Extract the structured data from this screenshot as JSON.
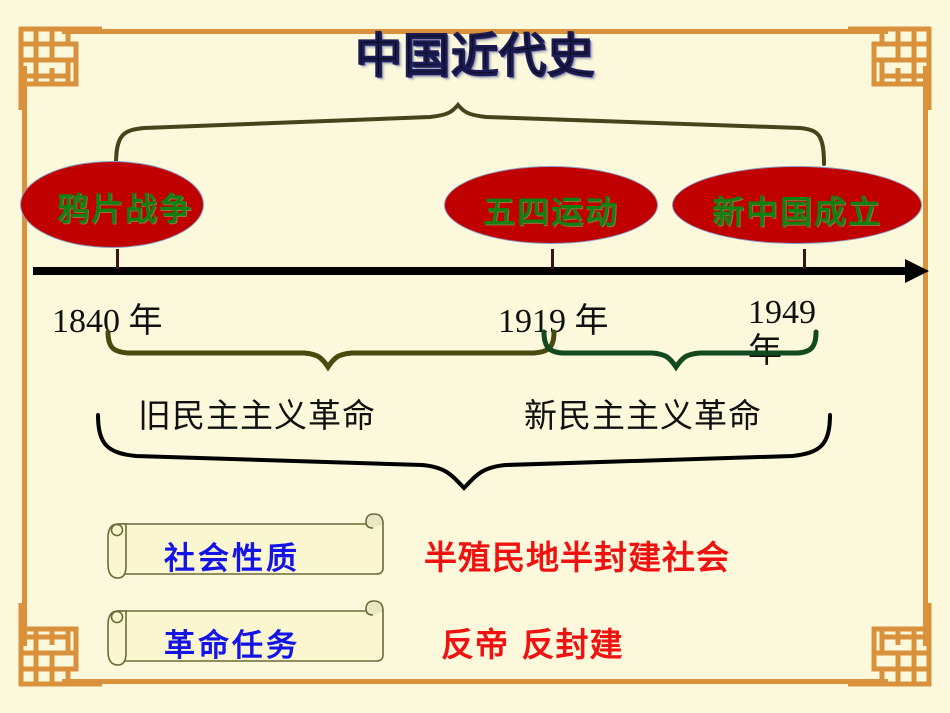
{
  "slide": {
    "title": "中国近代史",
    "background_color": "#FBF8DC",
    "frame_color": "#D9923B"
  },
  "events": [
    {
      "label": "鸦片战争",
      "year": "1840 年"
    },
    {
      "label": "五四运动",
      "year": "1919 年"
    },
    {
      "label": "新中国成立",
      "year": "1949 年"
    }
  ],
  "timeline": {
    "years": [
      {
        "text": "1840 年"
      },
      {
        "text": "1919 年"
      },
      {
        "text": "1949 年"
      }
    ]
  },
  "periods": [
    {
      "label": "旧民主主义革命"
    },
    {
      "label": "新民主主义革命"
    }
  ],
  "summary": [
    {
      "term": "社会性质",
      "answer": "半殖民地半封建社会"
    },
    {
      "term": "革命任务",
      "answer": "反帝 反封建"
    }
  ],
  "colors": {
    "ellipse_fill": "#C00000",
    "ellipse_text": "#108010",
    "term_text": "#1414E6",
    "answer_text": "#F01111",
    "brace_top": "#45441a",
    "brace_old": "#4a4a0e",
    "brace_new": "#12491f",
    "brace_big": "#000000"
  }
}
